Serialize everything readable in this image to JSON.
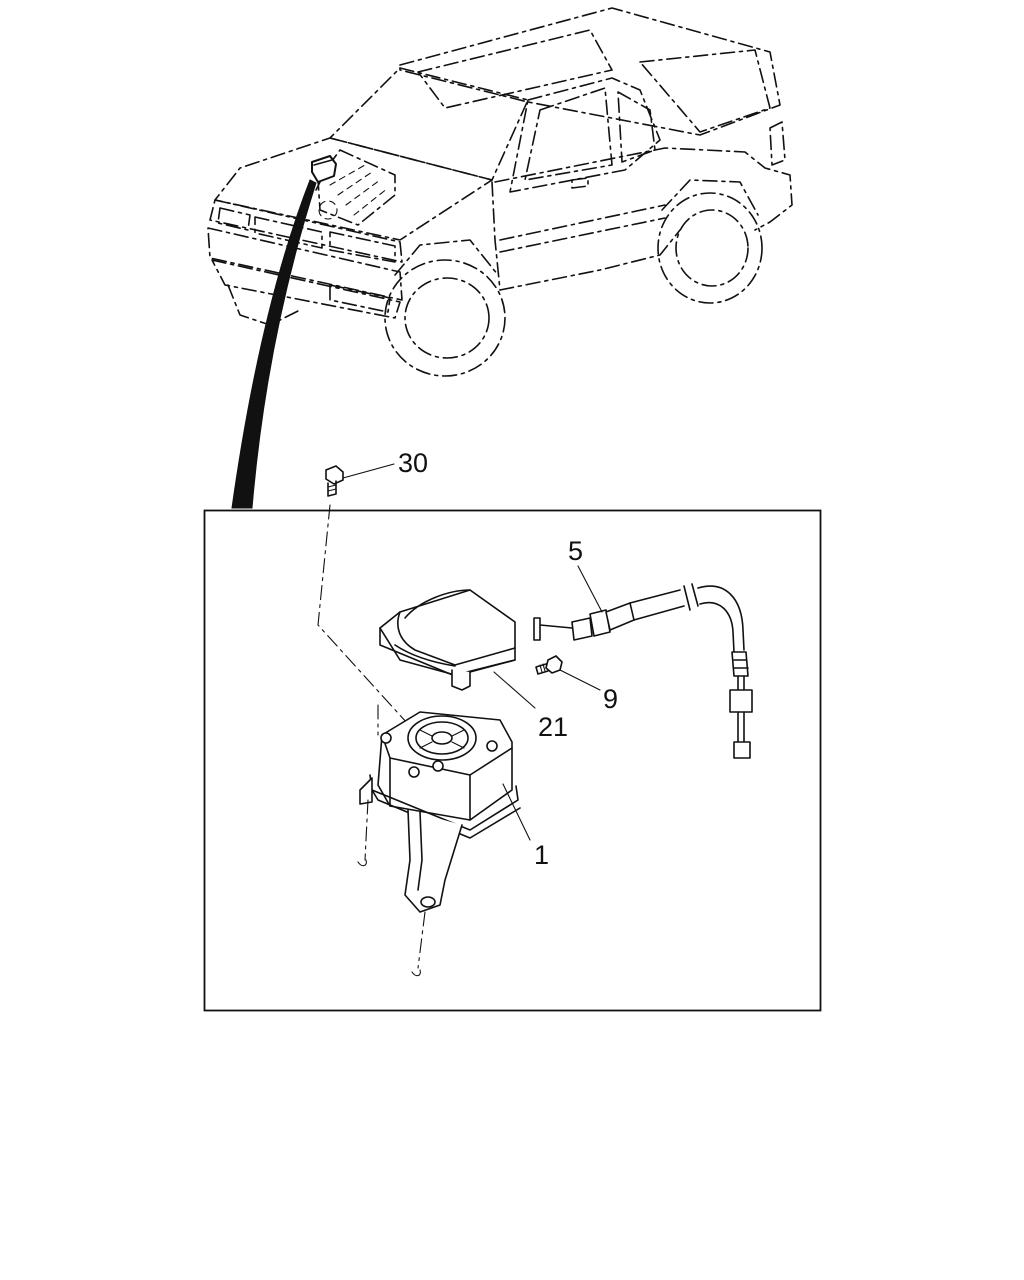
{
  "callouts": {
    "c30": "30",
    "c5": "5",
    "c9": "9",
    "c21": "21",
    "c1": "1"
  },
  "colors": {
    "ink": "#111111",
    "paper": "#ffffff"
  },
  "icons": {
    "vehicle": "suv-three-door-outline-icon",
    "pointer": "location-pointer-icon",
    "part_1": "cruise-actuator-with-bracket-icon",
    "part_5": "control-cable-icon",
    "part_9": "bolt-icon",
    "part_21": "actuator-cover-icon",
    "part_30": "bolt-icon"
  }
}
